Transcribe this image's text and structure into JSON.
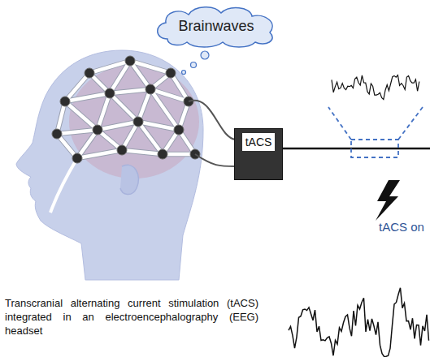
{
  "diagram": {
    "nodes": [
      {
        "text": [
          "Brainwaves"
        ]
      },
      {
        "text": [
          "tACS"
        ]
      }
    ],
    "labels": [
      "tACS on",
      "Transcranial alternating current stimulation (tACS) integrated in an electroencephalography (EEG) headset"
    ]
  }
}
